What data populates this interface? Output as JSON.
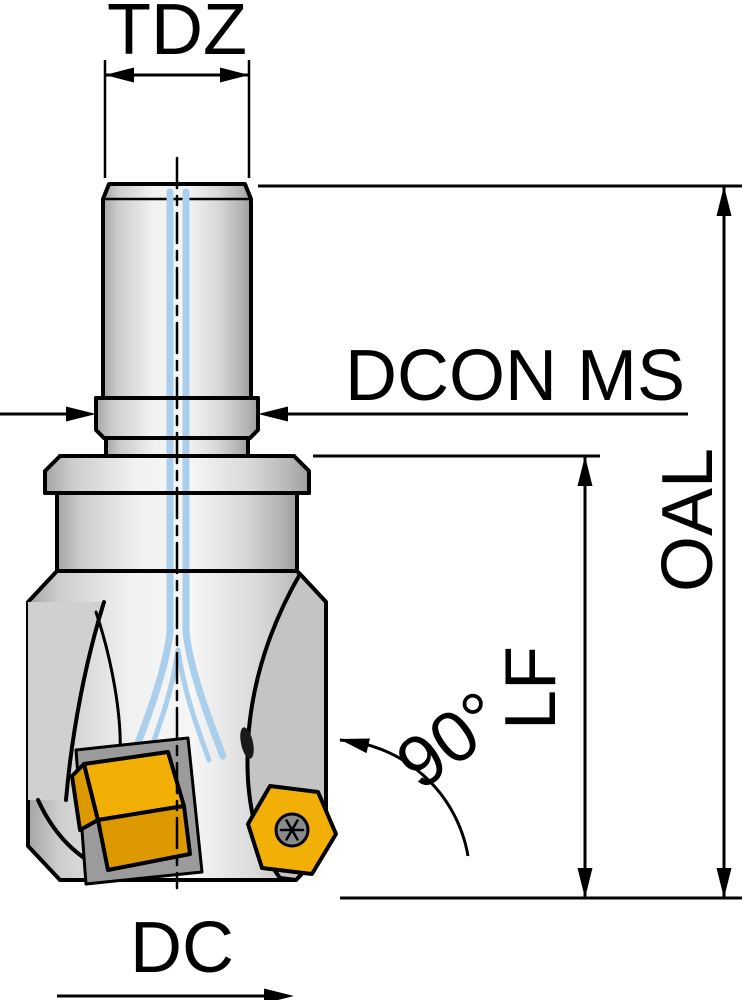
{
  "figure": {
    "type": "technical-drawing",
    "subject": "indexable end mill with dimension callouts",
    "labels": {
      "tdz": "TDZ",
      "dcon_ms": "DCON MS",
      "oal": "OAL",
      "lf": "LF",
      "dc": "DC",
      "entering_angle": "90°"
    },
    "colors": {
      "outline": "#000000",
      "background": "#ffffff",
      "pocket": "#c4c4c4",
      "pocket_dark": "#9b9b9b",
      "insert_gold": "#f2b007",
      "insert_gold_dark": "#dd9a00",
      "coolant_blue": "#a9cfec",
      "screw_gray": "#8a8a8a"
    }
  }
}
